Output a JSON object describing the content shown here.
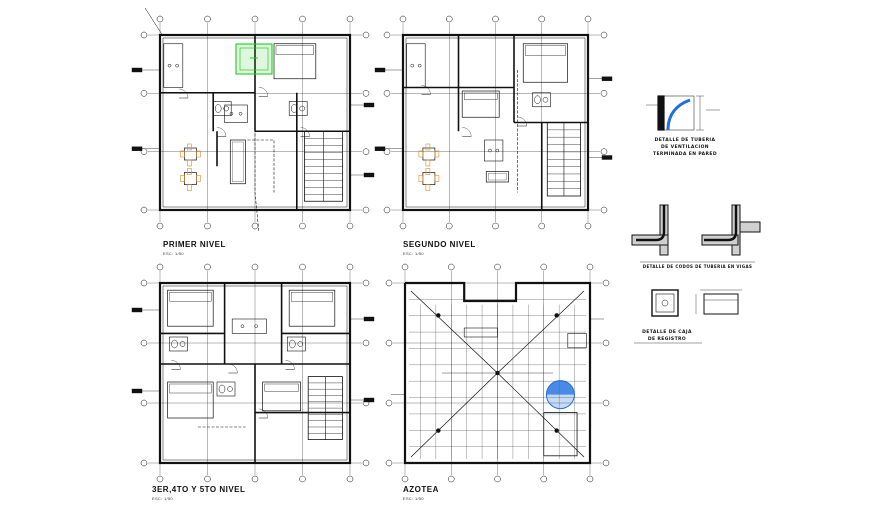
{
  "plans": {
    "primer": {
      "title": "PRIMER NIVEL",
      "scale": "ESC: 1/50"
    },
    "segundo": {
      "title": "SEGUNDO NIVEL",
      "scale": "ESC: 1/50"
    },
    "tercer": {
      "title": "3ER,4TO Y 5TO NIVEL",
      "scale": "ESC: 1/50"
    },
    "azotea": {
      "title": "AZOTEA",
      "scale": "ESC: 1/50"
    }
  },
  "details": {
    "ventilacion": {
      "line1": "DETALLE DE TUBERIA",
      "line2": "DE VENTILACION",
      "line3": "TERMINADA EN PARED"
    },
    "codos": {
      "label": "DETALLE DE CODOS DE TUBERIA EN VIGAS"
    },
    "caja": {
      "line1": "DETALLE DE CAJA",
      "line2": "DE REGISTRO"
    }
  },
  "colors": {
    "line": "#111111",
    "highlight_green": "#22cc22",
    "furniture_orange": "#e08a1e",
    "drain_blue": "#1e6fe0"
  }
}
